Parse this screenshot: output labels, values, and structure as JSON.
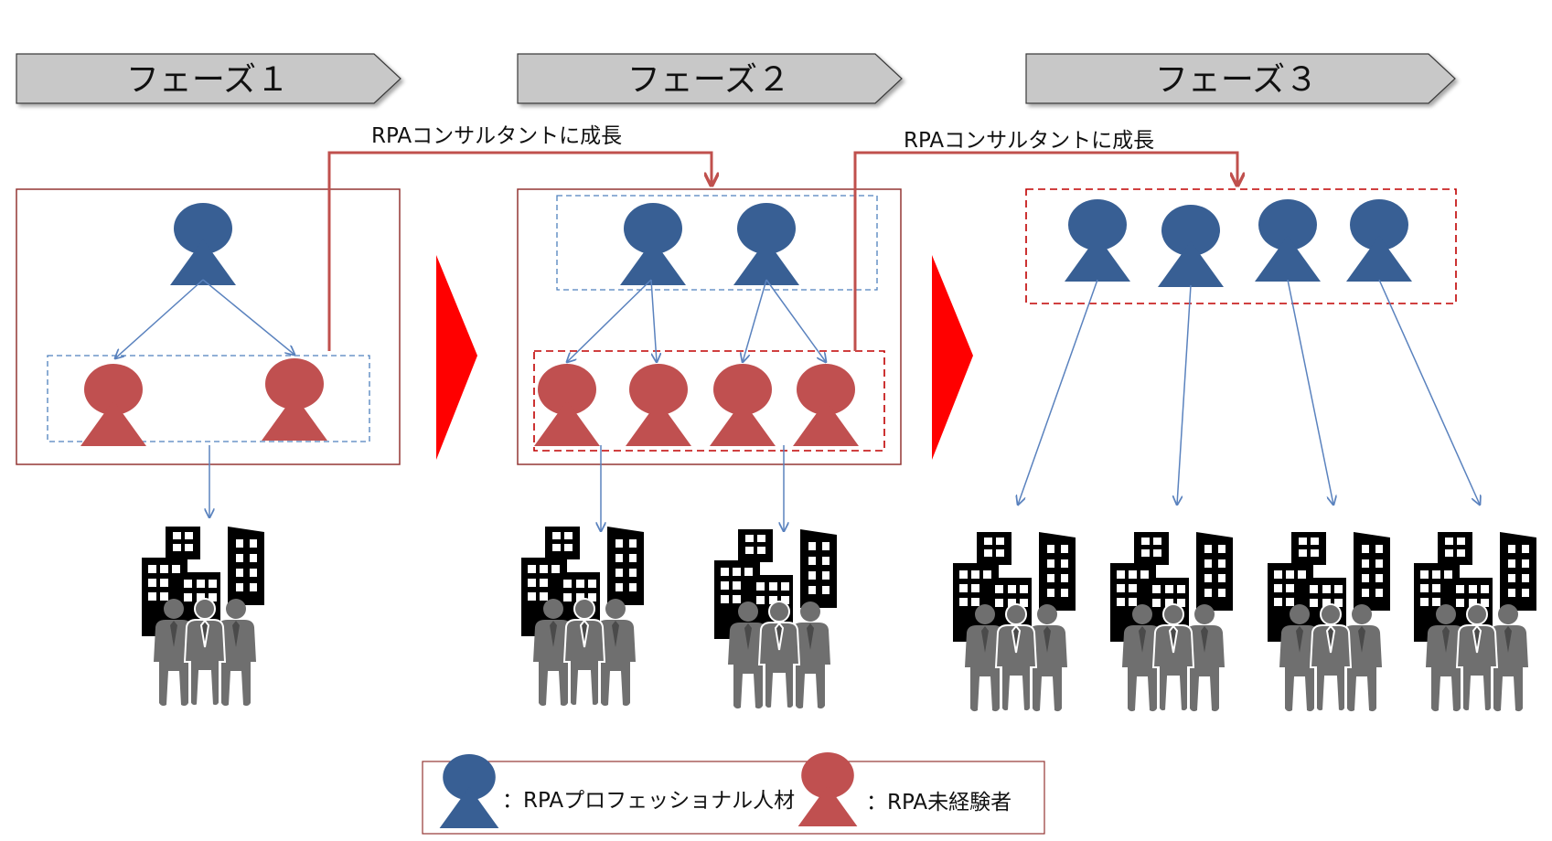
{
  "phases": [
    {
      "label": "フェーズ１"
    },
    {
      "label": "フェーズ２"
    },
    {
      "label": "フェーズ３"
    }
  ],
  "growth_label": "RPAコンサルタントに成長",
  "legend": {
    "professional": "：RPAプロフェッショナル人材",
    "novice": "：RPA未経験者"
  },
  "colors": {
    "professional": "#385F94",
    "novice": "#C05050",
    "growth_arrow": "#C0504D",
    "connector": "#5A82BE",
    "phase_arrow": "#FF0000",
    "frame": "#943634",
    "header_fill": "#C8C8C8",
    "building": "#000000",
    "staff": "#6F6F6F"
  },
  "icons": {
    "professional": "person-icon",
    "novice": "person-icon",
    "client": "office-building-icon",
    "staff": "business-people-icon"
  }
}
